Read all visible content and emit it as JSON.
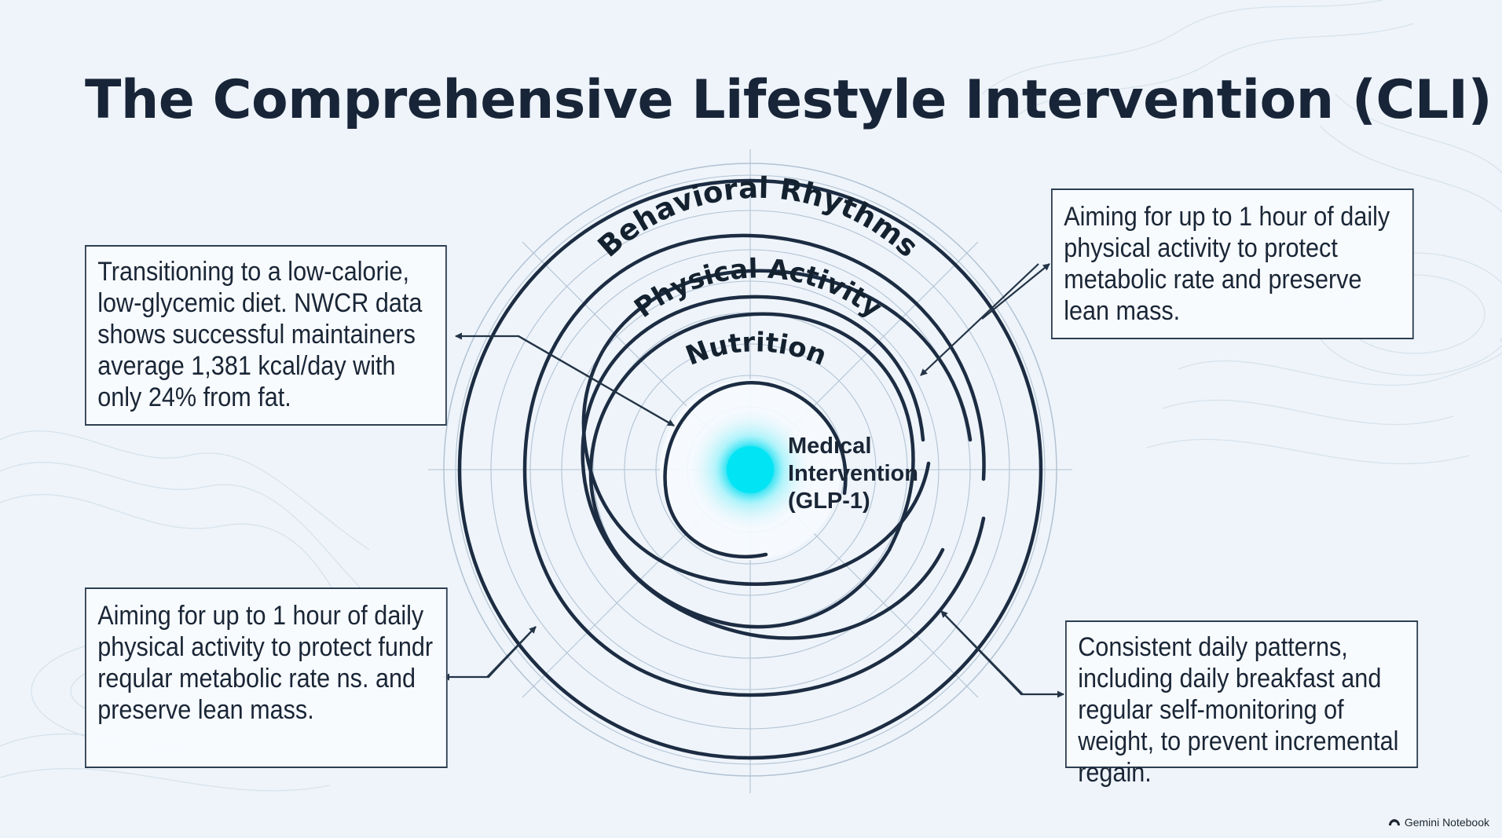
{
  "title": "The Comprehensive Lifestyle Intervention (CLI)",
  "rings": {
    "core": [
      "Medical",
      "Intervention",
      "(GLP-1)"
    ],
    "nutrition": "Nutrition",
    "physical_activity": "Physical Activity",
    "behavioral_rhythms": "Behavioral Rhythms"
  },
  "callouts": {
    "nutrition": "Transitioning to a low-calorie, low-glycemic diet. NWCR data shows successful maintainers average 1,381 kcal/day with only 24% from fat.",
    "physical_top": "Aiming for up to 1 hour of daily physical activity to protect metabolic rate and preserve lean mass.",
    "physical_bottom": "Aiming for up to 1 hour of daily physical activity to protect fundr reqular metabolic rate ns. and preserve lean mass.",
    "behavioral": "Consistent daily patterns, including daily breakfast and regular self-monitoring of weight, to prevent incremental regain."
  },
  "badge": "Gemini Notebook",
  "colors": {
    "background": "#eef4fa",
    "ink": "#1c2a3b",
    "core_glow": "#00e0f0",
    "grid": "#9fb2c6"
  }
}
